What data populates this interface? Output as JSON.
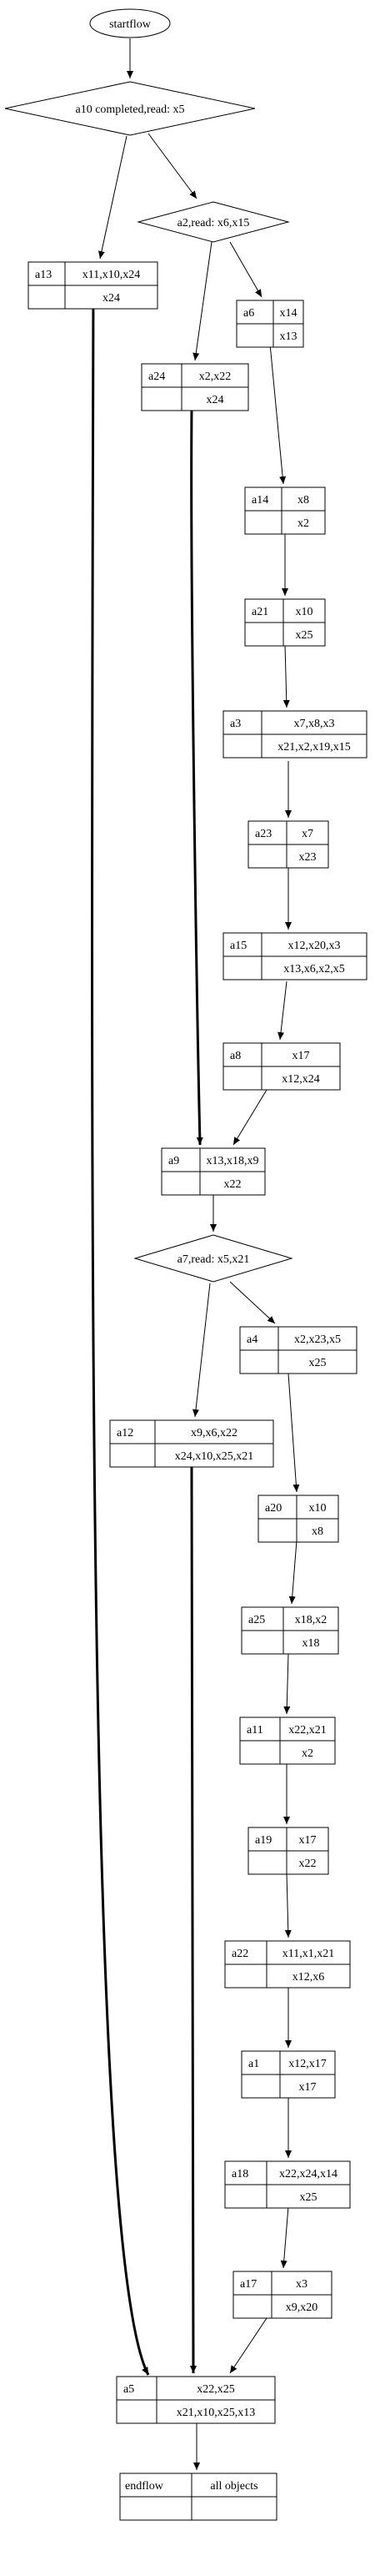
{
  "flow": {
    "start": {
      "label": "startflow"
    },
    "decisions": [
      {
        "id": "d1",
        "label": "a10 completed,read: x5"
      },
      {
        "id": "d2",
        "label": "a2,read: x6,x15"
      },
      {
        "id": "d3",
        "label": "a7,read: x5,x21"
      }
    ],
    "tasks": [
      {
        "id": "a13",
        "name": "a13",
        "outputs": "x11,x10,x24",
        "inputs": "x24"
      },
      {
        "id": "a6",
        "name": "a6",
        "outputs": "x14",
        "inputs": "x13"
      },
      {
        "id": "a24",
        "name": "a24",
        "outputs": "x2,x22",
        "inputs": "x24"
      },
      {
        "id": "a14",
        "name": "a14",
        "outputs": "x8",
        "inputs": "x2"
      },
      {
        "id": "a21",
        "name": "a21",
        "outputs": "x10",
        "inputs": "x25"
      },
      {
        "id": "a3",
        "name": "a3",
        "outputs": "x7,x8,x3",
        "inputs": "x21,x2,x19,x15"
      },
      {
        "id": "a23",
        "name": "a23",
        "outputs": "x7",
        "inputs": "x23"
      },
      {
        "id": "a15",
        "name": "a15",
        "outputs": "x12,x20,x3",
        "inputs": "x13,x6,x2,x5"
      },
      {
        "id": "a8",
        "name": "a8",
        "outputs": "x17",
        "inputs": "x12,x24"
      },
      {
        "id": "a9",
        "name": "a9",
        "outputs": "x13,x18,x9",
        "inputs": "x22"
      },
      {
        "id": "a4",
        "name": "a4",
        "outputs": "x2,x23,x5",
        "inputs": "x25"
      },
      {
        "id": "a12",
        "name": "a12",
        "outputs": "x9,x6,x22",
        "inputs": "x24,x10,x25,x21"
      },
      {
        "id": "a20",
        "name": "a20",
        "outputs": "x10",
        "inputs": "x8"
      },
      {
        "id": "a25",
        "name": "a25",
        "outputs": "x18,x2",
        "inputs": "x18"
      },
      {
        "id": "a11",
        "name": "a11",
        "outputs": "x22,x21",
        "inputs": "x2"
      },
      {
        "id": "a19",
        "name": "a19",
        "outputs": "x17",
        "inputs": "x22"
      },
      {
        "id": "a22",
        "name": "a22",
        "outputs": "x11,x1,x21",
        "inputs": "x12,x6"
      },
      {
        "id": "a1",
        "name": "a1",
        "outputs": "x12,x17",
        "inputs": "x17"
      },
      {
        "id": "a18",
        "name": "a18",
        "outputs": "x22,x24,x14",
        "inputs": "x25"
      },
      {
        "id": "a17",
        "name": "a17",
        "outputs": "x3",
        "inputs": "x9,x20"
      },
      {
        "id": "a5",
        "name": "a5",
        "outputs": "x22,x25",
        "inputs": "x21,x10,x25,x13"
      }
    ],
    "end": {
      "name": "endflow",
      "value": "all objects"
    }
  },
  "colors": {
    "stroke": "#000000",
    "background": "#ffffff"
  }
}
